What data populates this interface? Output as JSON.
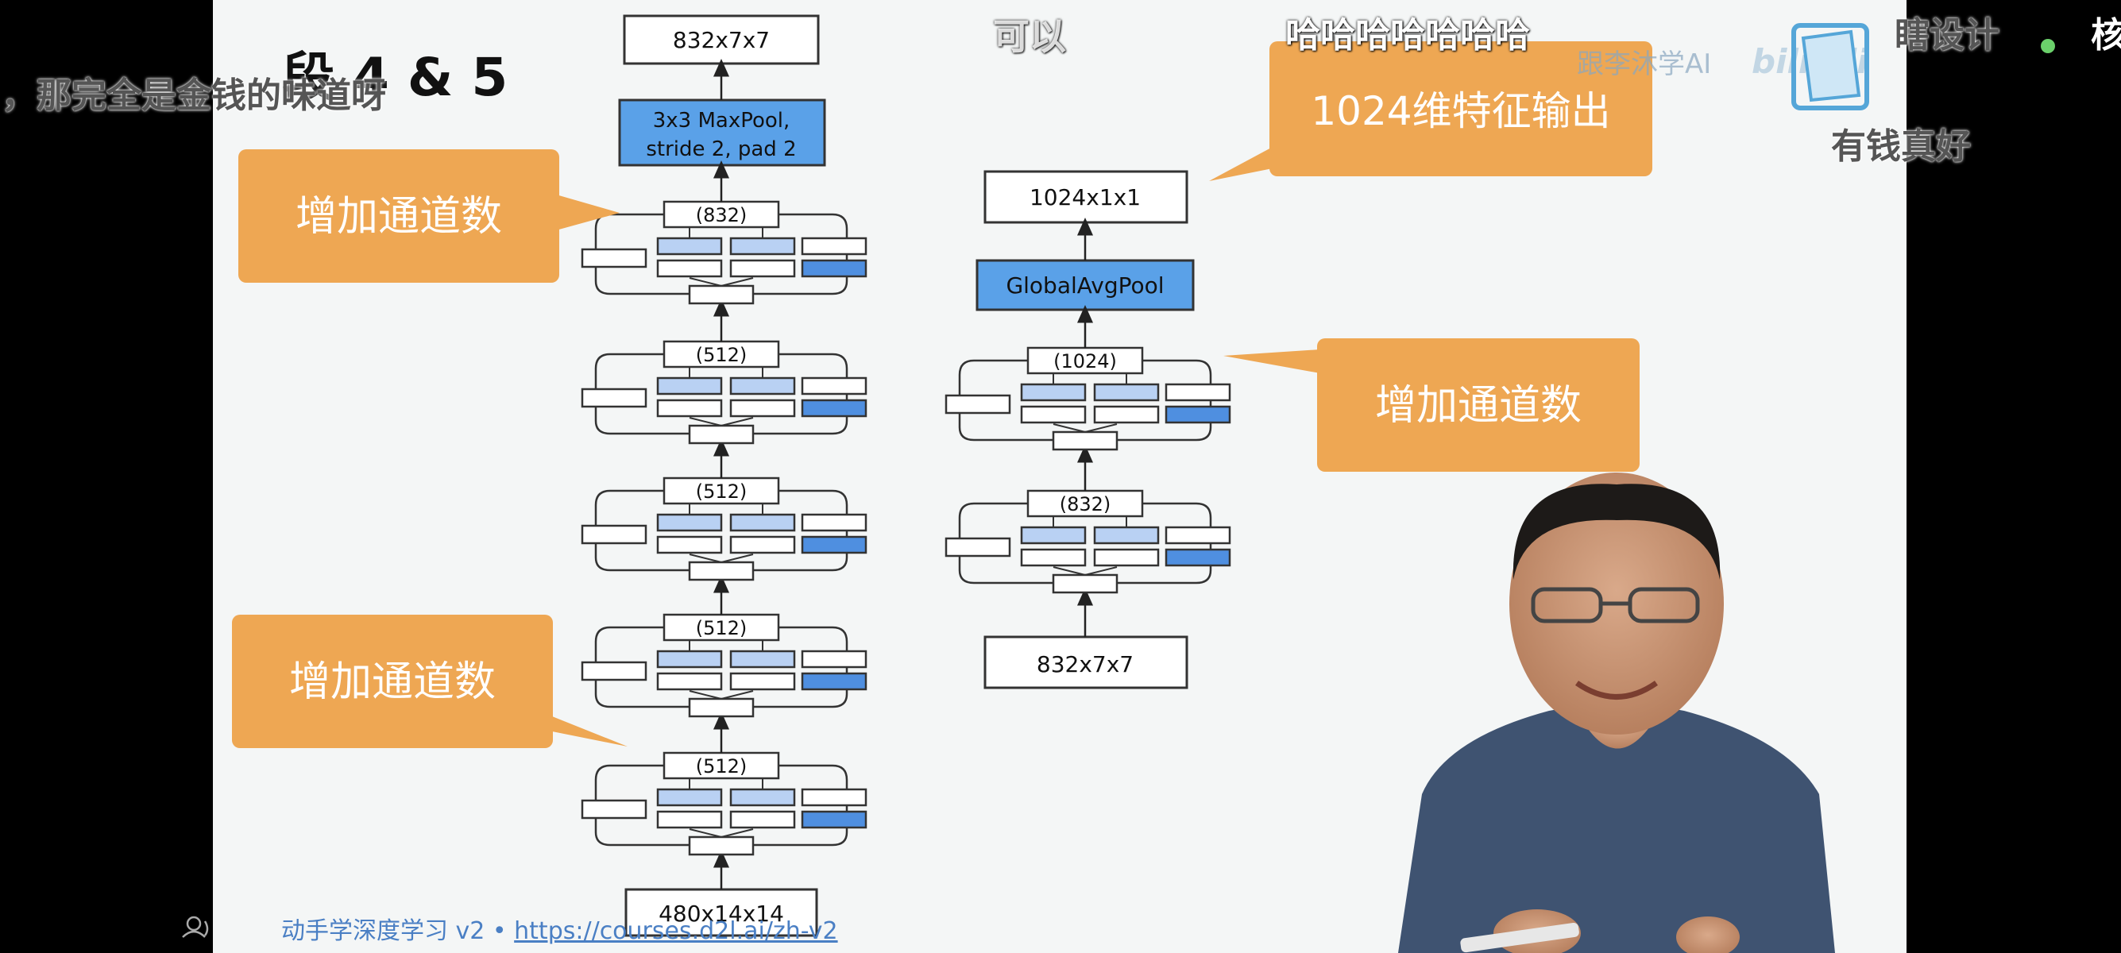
{
  "slide": {
    "title": "段 4 & 5",
    "callouts": [
      "增加通道数",
      "增加通道数",
      "增加通道数"
    ],
    "output_callout": "1024维特征输出",
    "footer_prefix": "动手学深度学习 v2 • ",
    "footer_link": "https://courses.d2l.ai/zh-v2"
  },
  "diagram": {
    "left_col": {
      "input_label": "480x14x14",
      "output_label": "832x7x7",
      "pool_label_line1": "3x3 MaxPool,",
      "pool_label_line2": "stride 2, pad 2",
      "block_labels": [
        "(512)",
        "(512)",
        "(512)",
        "(512)",
        "(832)"
      ]
    },
    "right_col": {
      "input_label": "832x7x7",
      "output_label": "1024x1x1",
      "pool_label": "GlobalAvgPool",
      "block_labels": [
        "(832)",
        "(1024)"
      ]
    }
  },
  "overlay": {
    "logo_text": "跟李沐学AI",
    "bili_text": "bilibili",
    "danmaku": [
      {
        "text": "，那完全是金钱的味道呀",
        "style": "dark"
      },
      {
        "text": "可以",
        "style": "faint"
      },
      {
        "text": "哈哈哈哈哈哈哈",
        "style": "light"
      },
      {
        "text": "瞎设计",
        "style": "dark"
      },
      {
        "text": "核",
        "style": "light"
      },
      {
        "text": "有钱真好",
        "style": "dark"
      }
    ]
  },
  "colors": {
    "slide_bg": "#f4f6f6",
    "callout": "#eea753",
    "pool_fill": "#5aa1e8",
    "conv_light": "#b9d1f3",
    "conv_dark": "#4f8fe0"
  }
}
